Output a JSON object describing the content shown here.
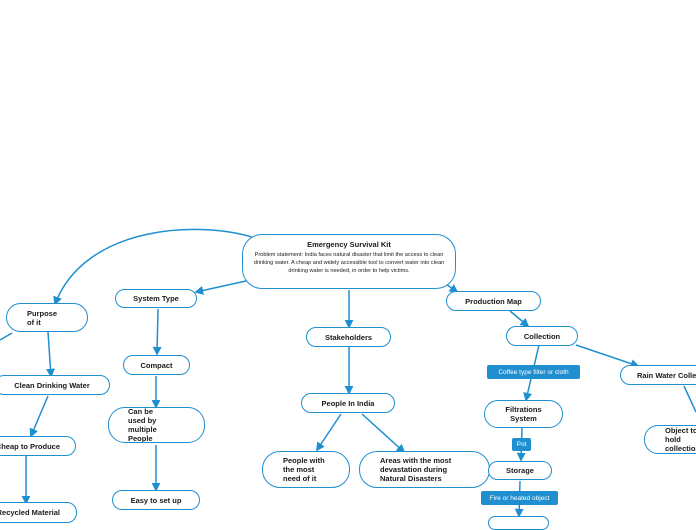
{
  "colors": {
    "accent": "#1f8fd0",
    "background": "#ffffff",
    "text": "#1a1a1a",
    "tag_text": "#ffffff"
  },
  "root": {
    "title": "Emergency Survival Kit",
    "description": "Problem statement: India faces natural disaster that limit the access to clean drinking water. A cheap and widely accessible tool to convert water into clean drinking water is needed, in order to help victims."
  },
  "purpose": {
    "label": "Purpose of it",
    "clean_water": "Clean Drinking Water",
    "cheap": "Cheap to Produce",
    "recycled": "Recycled Material"
  },
  "system_type": {
    "label": "System Type",
    "compact": "Compact",
    "multiple_people": "Can be used by multiple People",
    "easy_setup": "Easy to set up"
  },
  "stakeholders": {
    "label": "Stakeholders",
    "people_india": "People In India",
    "most_need": "People with the most need of it",
    "devastation": "Areas with the most devastation during Natural Disasters"
  },
  "production_map": {
    "label": "Production Map",
    "collection": "Collection",
    "tag_filter": "Coffee type filter or cloth",
    "filtration": "Filtrations System",
    "tag_pot": "Pot",
    "storage": "Storage",
    "tag_fire": "Fire or heated object",
    "rain_water": "Rain Water Collection",
    "object_hold": "Object to hold collection"
  }
}
